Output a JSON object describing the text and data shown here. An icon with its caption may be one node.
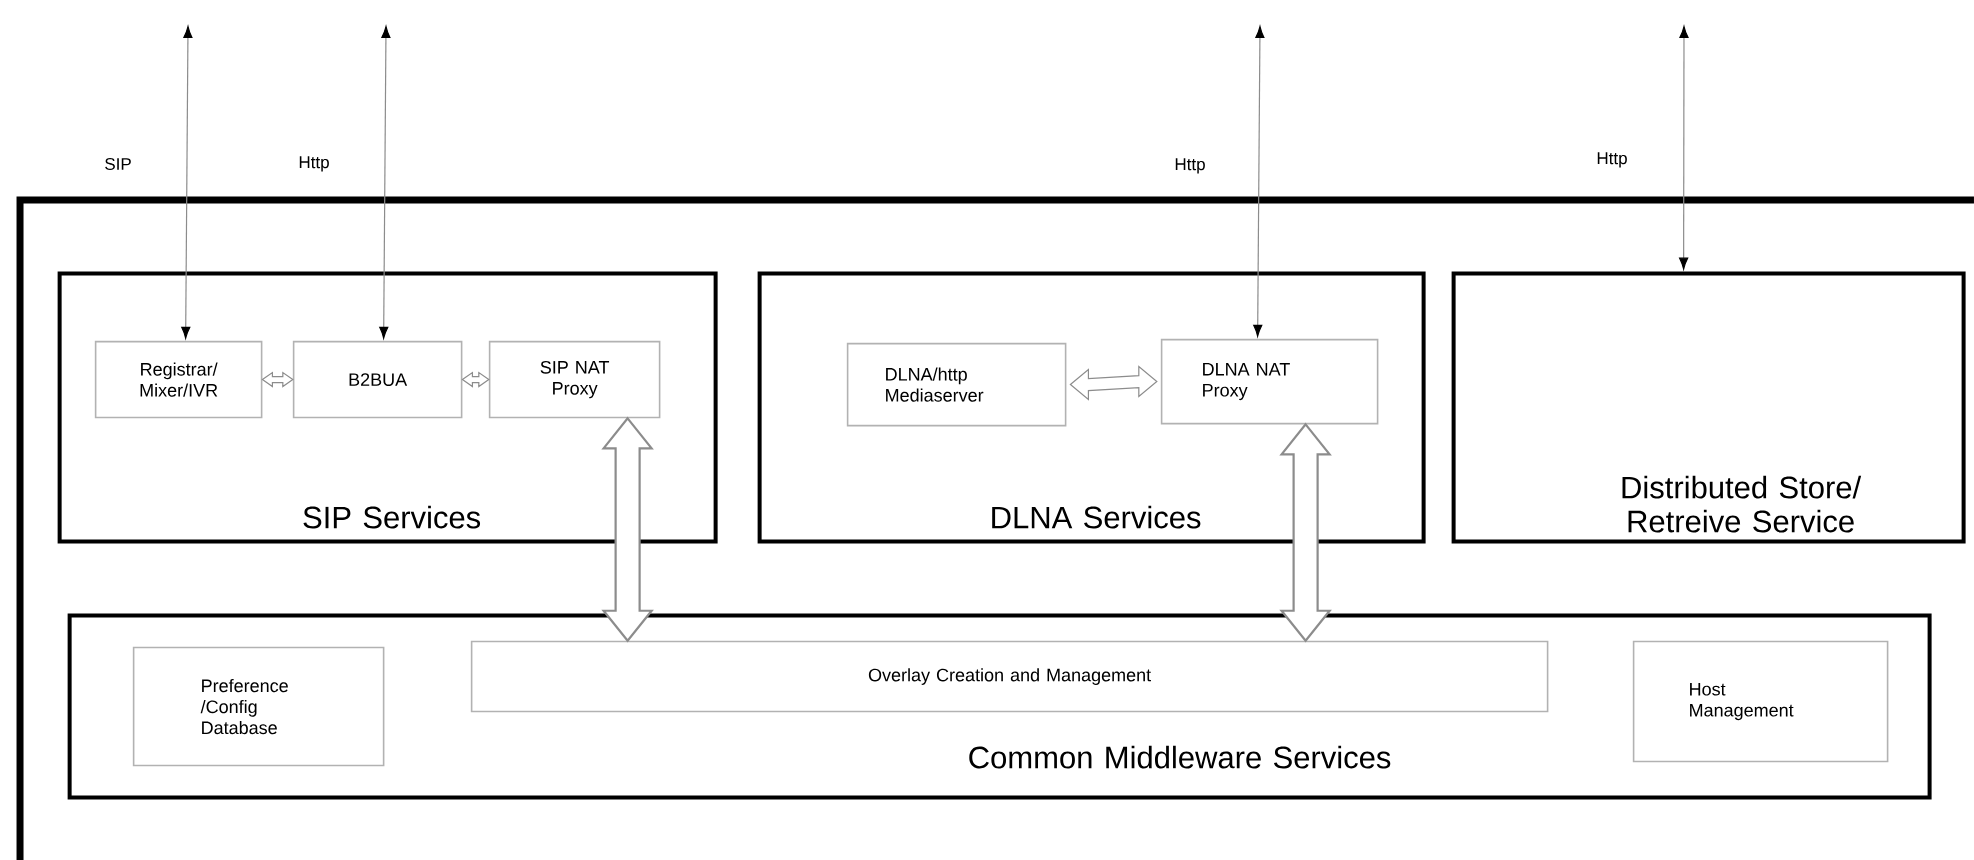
{
  "diagram": {
    "nodes": [
      {
        "text": [],
        "shape": "box"
      },
      {
        "text": [
          "SIP Services"
        ],
        "in": 0
      },
      {
        "text": [
          "Registrar/ Mixer/IVR"
        ],
        "in": 1
      },
      {
        "text": [
          "B2BUA"
        ],
        "in": 1
      },
      {
        "text": [
          "SIP NAT Proxy"
        ],
        "in": 1
      },
      {
        "text": [
          "DLNA Services"
        ],
        "in": 0
      },
      {
        "text": [
          "DLNA/http Mediaserver"
        ],
        "in": 5
      },
      {
        "text": [
          "DLNA NAT Proxy"
        ],
        "in": 5
      },
      {
        "text": [
          "Distributed Store/ Retreive Service"
        ],
        "in": 0
      },
      {
        "text": [
          "Common Middleware Services"
        ],
        "in": 0
      },
      {
        "text": [
          "Preference /Config Database"
        ],
        "in": 9
      },
      {
        "text": [
          "Overlay Creation and Management"
        ],
        "in": 9
      },
      {
        "text": [
          "Host Management"
        ],
        "in": 9
      }
    ],
    "edges": [
      {
        "from": null,
        "to": 2,
        "arrow": "both",
        "label": "SIP"
      },
      {
        "from": null,
        "to": 3,
        "arrow": "both",
        "label": "Http"
      },
      {
        "from": null,
        "to": 7,
        "arrow": "both",
        "label": "Http"
      },
      {
        "from": null,
        "to": 8,
        "arrow": "both",
        "label": "Http"
      },
      {
        "from": 2,
        "to": 3,
        "arrow": "both"
      },
      {
        "from": 3,
        "to": 4,
        "arrow": "both"
      },
      {
        "from": 6,
        "to": 7,
        "arrow": "both"
      },
      {
        "from": 4,
        "to": 11,
        "arrow": "both",
        "style": "thick"
      },
      {
        "from": 7,
        "to": 11,
        "arrow": "both",
        "style": "thick"
      }
    ]
  }
}
